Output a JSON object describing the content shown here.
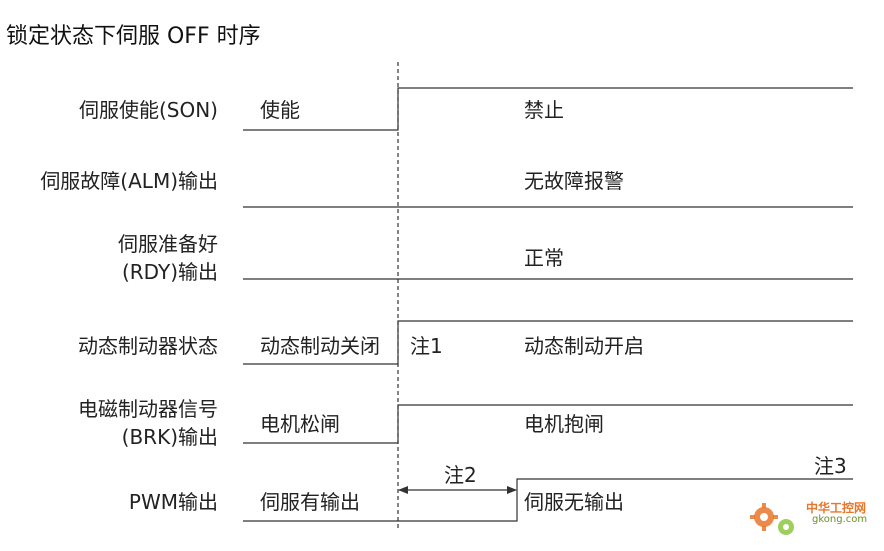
{
  "title": "锁定状态下伺服 OFF 时序",
  "signals": [
    {
      "label": "伺服使能(SON)",
      "before": "使能",
      "after": "禁止"
    },
    {
      "label": "伺服故障(ALM)输出",
      "before": "",
      "after": "无故障报警"
    },
    {
      "label_line1": "伺服准备好",
      "label_line2": "(RDY)输出",
      "before": "",
      "after": "正常"
    },
    {
      "label": "动态制动器状态",
      "before": "动态制动关闭",
      "note": "注1",
      "after": "动态制动开启"
    },
    {
      "label_line1": "电磁制动器信号",
      "label_line2": "(BRK)输出",
      "before": "电机松闸",
      "after": "电机抱闸"
    },
    {
      "label": "PWM输出",
      "before": "伺服有输出",
      "note": "注2",
      "after": "伺服无输出",
      "note_end": "注3"
    }
  ],
  "watermark": {
    "line1": "中华工控网",
    "line2": "gkong.com"
  },
  "colors": {
    "line": "#333333",
    "text": "#222222",
    "wm_orange": "#e9762a",
    "wm_green": "#8dc63f"
  }
}
